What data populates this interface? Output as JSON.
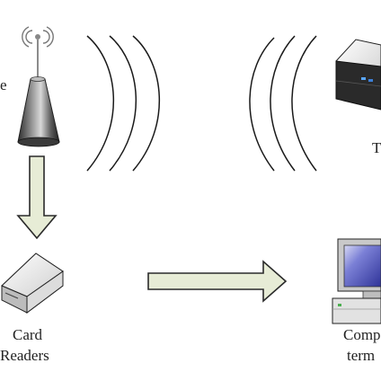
{
  "labels": {
    "antenna_fragment": "e",
    "right_top_fragment": "T",
    "card_readers_line1": "Card",
    "card_readers_line2": "Readers",
    "computer_line1": "Comp",
    "computer_line2": "term"
  },
  "colors": {
    "arrow_fill": "#e7ecd6",
    "arrow_stroke": "#2a2a2a",
    "wave_stroke": "#1a1a1a",
    "screen_blue": "#4a4fb8"
  }
}
